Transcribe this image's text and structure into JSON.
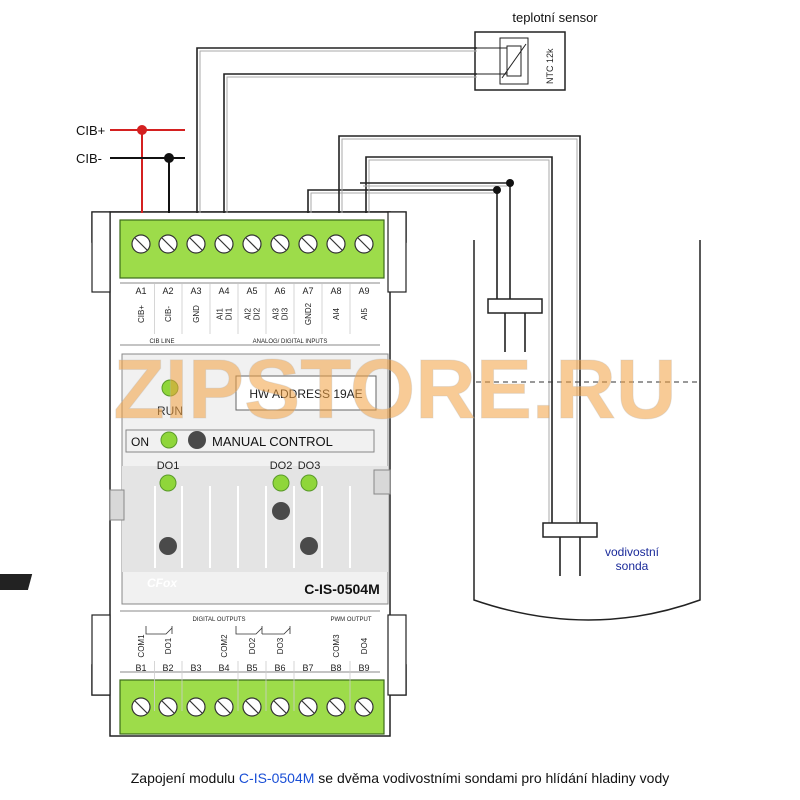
{
  "sensor": {
    "title": "teplotní sensor",
    "ntc_label": "NTC 12k"
  },
  "bus": {
    "plus_label": "CIB+",
    "minus_label": "CIB-"
  },
  "top_terminals": {
    "ids": [
      "A1",
      "A2",
      "A3",
      "A4",
      "A5",
      "A6",
      "A7",
      "A8",
      "A9"
    ],
    "functions": [
      "CIB+",
      "CIB-",
      "GND",
      "AI1 DI1",
      "AI2 DI2",
      "AI3 DI3",
      "GND2",
      "AI4",
      "AI5"
    ],
    "group_left": "CIB LINE",
    "group_right": "ANALOG/ DIGITAL INPUTS"
  },
  "module": {
    "hw_address": "HW ADDRESS 19AE",
    "run_label": "RUN",
    "on_label": "ON",
    "manual_control_label": "MANUAL CONTROL",
    "do1_label": "DO1",
    "do2_label": "DO2",
    "do3_label": "DO3",
    "brand": "CFox",
    "model": "C-IS-0504M"
  },
  "bottom_terminals": {
    "ids": [
      "B1",
      "B2",
      "B3",
      "B4",
      "B5",
      "B6",
      "B7",
      "B8",
      "B9"
    ],
    "functions": [
      "COM1",
      "DO1",
      "",
      "COM2",
      "DO2",
      "DO3",
      "",
      "COM3",
      "DO4"
    ],
    "group_left": "DIGITAL OUTPUTS",
    "group_right": "PWM OUTPUT"
  },
  "tank": {
    "probe_label_line1": "vodivostní",
    "probe_label_line2": "sonda"
  },
  "watermark": "ZIPSTORE.RU",
  "caption": {
    "prefix": "Zapojení modulu ",
    "model": "C-IS-0504M",
    "suffix": " se dvěma vodivostními sondami pro hlídání hladiny vody"
  },
  "colors": {
    "terminal_green": "#9ddc4a",
    "led_green": "#8fd63a",
    "led_dark": "#4a4a4a",
    "bus_red": "#d42020",
    "probe_text": "#1a2a9a",
    "model_text": "#1a4fd6",
    "watermark": "#f2a040"
  }
}
